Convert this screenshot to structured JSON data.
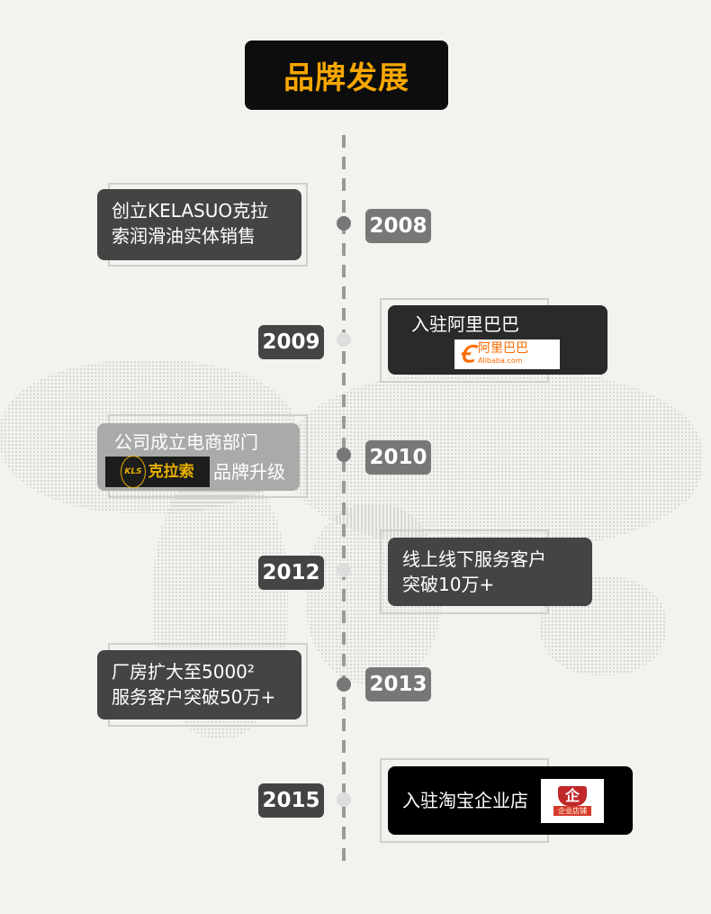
{
  "title": "品牌发展",
  "events": [
    {
      "year": "2008",
      "text1": "创立KELASUO克拉",
      "text2": "索润滑油实体销售"
    },
    {
      "year": "2009",
      "text1": "入驻阿里巴巴",
      "logo_cn": "阿里巴巴",
      "logo_en": "Alibaba.com"
    },
    {
      "year": "2010",
      "text1": "公司成立电商部门",
      "logo_cn": "克拉索",
      "logo_mark": "KLS",
      "text2": "品牌升级"
    },
    {
      "year": "2012",
      "text1": "线上线下服务客户",
      "text2": "突破10万+"
    },
    {
      "year": "2013",
      "text1": "厂房扩大至5000²",
      "text2": "服务客户突破50万+"
    },
    {
      "year": "2015",
      "text1": "入驻淘宝企业店",
      "badge_top": "企",
      "badge_text": "企业店铺"
    }
  ],
  "colors": {
    "title": "#f7a700",
    "alibaba": "#ff6a00",
    "badge_red": "#c0282a"
  }
}
